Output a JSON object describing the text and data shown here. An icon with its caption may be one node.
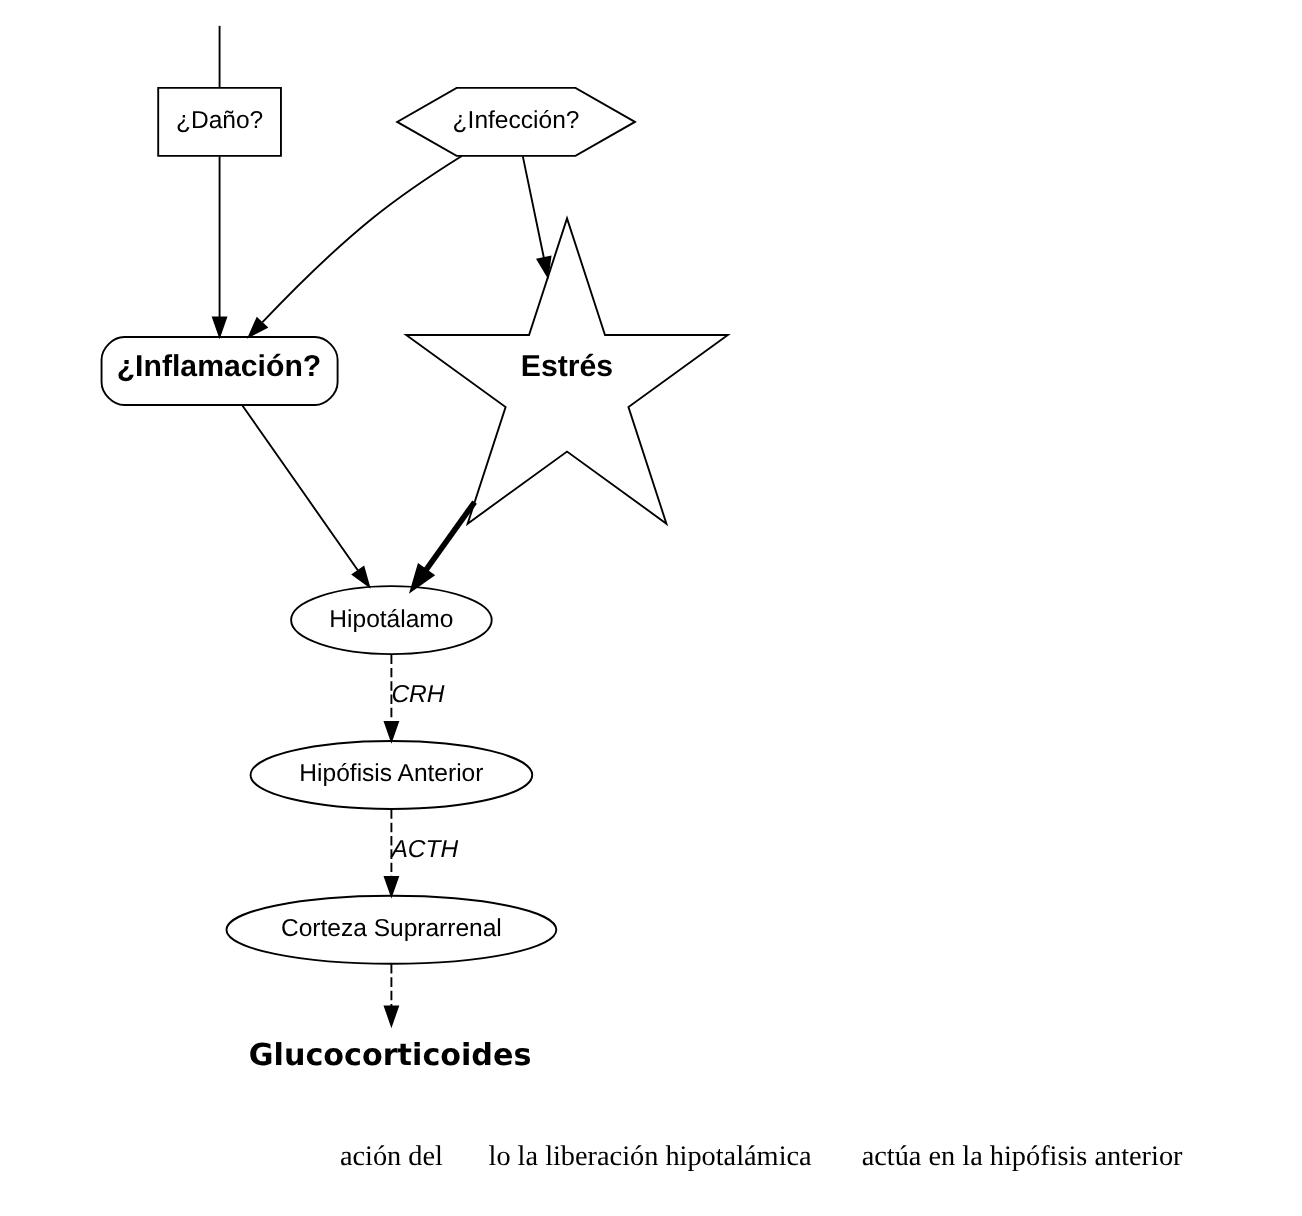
{
  "diagram": {
    "nodes": [
      {
        "text": [
          "Estrés"
        ]
      },
      {
        "text": [
          "Hipotálamo"
        ]
      },
      {
        "text": [
          "Hipófisis Anterior"
        ]
      },
      {
        "text": [
          "Corteza Suprarrenal"
        ]
      },
      {
        "text": [
          "Glucocorticoides"
        ]
      },
      {
        "text": [
          "¿Inflamación?"
        ]
      },
      {
        "text": [
          "¿Daño?"
        ]
      },
      {
        "text": [
          "¿Infección?"
        ]
      }
    ],
    "edges": [
      {
        "from": 0,
        "to": 1,
        "arrow": "to",
        "style": "thick"
      },
      {
        "from": 1,
        "to": 2,
        "arrow": "to",
        "style": "dashed",
        "label": "CRH"
      },
      {
        "from": 2,
        "to": 3,
        "arrow": "to",
        "style": "dashed",
        "label": "ACTH"
      },
      {
        "from": 3,
        "to": 4,
        "arrow": "to",
        "style": "dashed"
      },
      {
        "from": 5,
        "to": 1,
        "arrow": "to"
      },
      {
        "from": 6,
        "to": 5,
        "arrow": "to"
      },
      {
        "from": 7,
        "to": 5,
        "arrow": "to"
      },
      {
        "from": 7,
        "to": 0,
        "arrow": "to"
      },
      {
        "from": null,
        "to": 6,
        "arrow": "none"
      }
    ],
    "labels": [
      "ación del",
      "lo la liberación hipotalámica",
      "actúa en la hipófisis anterior"
    ]
  }
}
